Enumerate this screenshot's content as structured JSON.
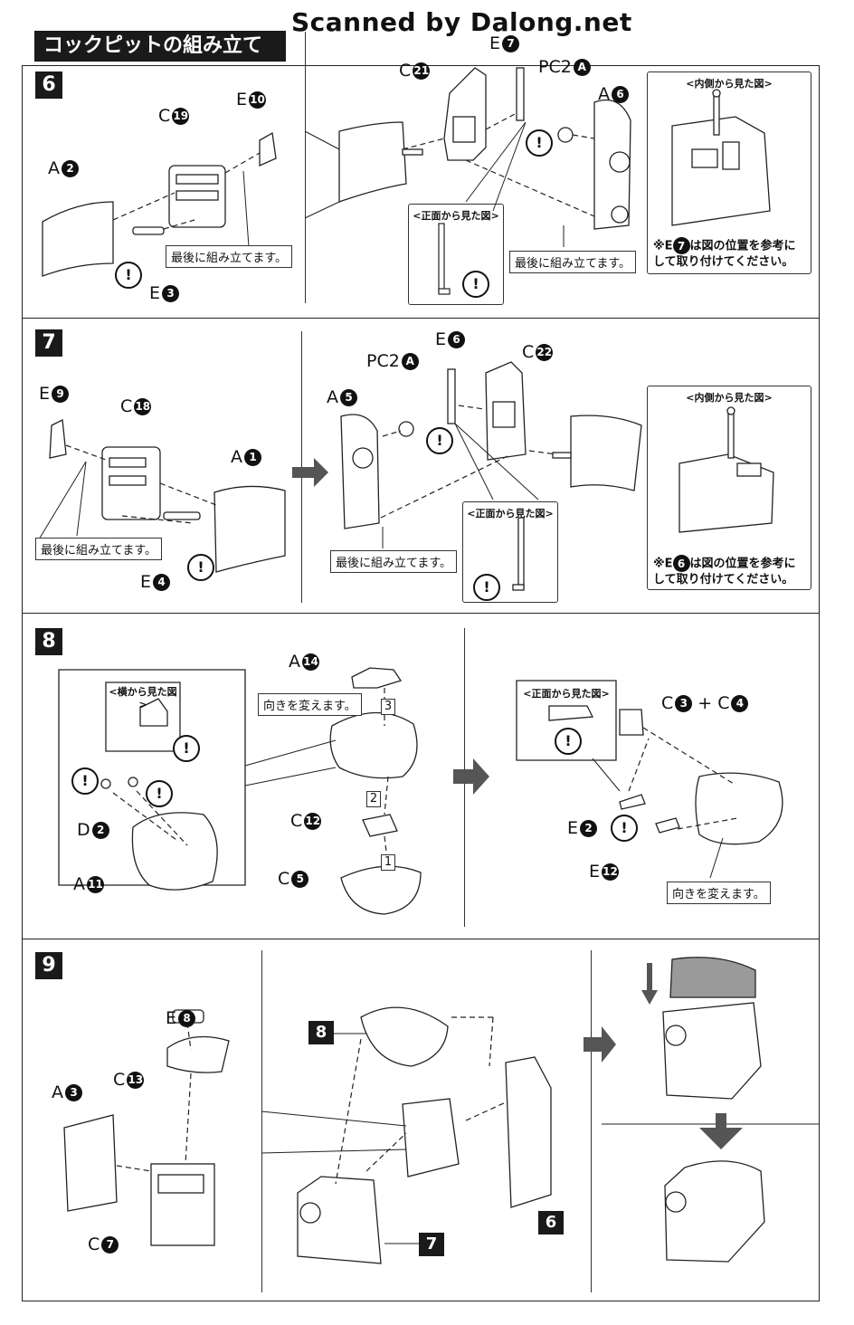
{
  "watermark": "Scanned by Dalong.net",
  "page_title": "コックピットの組み立て",
  "common": {
    "inside_view": "<内側から見た図>",
    "front_view": "<正面から見た図>",
    "side_view": "<横から見た図>",
    "assemble_last": "最後に組み立てます。",
    "change_direction": "向きを変えます。",
    "warn_mark": "!"
  },
  "step6": {
    "number": "6",
    "labels": [
      {
        "letter": "A",
        "num": "2"
      },
      {
        "letter": "C",
        "num": "19"
      },
      {
        "letter": "E",
        "num": "10"
      },
      {
        "letter": "E",
        "num": "3"
      },
      {
        "letter": "C",
        "num": "21"
      },
      {
        "letter": "E",
        "num": "7"
      },
      {
        "letter": "PC2",
        "num": "A"
      },
      {
        "letter": "A",
        "num": "6"
      }
    ],
    "note_prefix": "※E",
    "note_num": "7",
    "note_line1": "は図の位置を参考に",
    "note_line2": "して取り付けてください。"
  },
  "step7": {
    "number": "7",
    "labels": [
      {
        "letter": "E",
        "num": "9"
      },
      {
        "letter": "C",
        "num": "18"
      },
      {
        "letter": "A",
        "num": "1"
      },
      {
        "letter": "E",
        "num": "4"
      },
      {
        "letter": "E",
        "num": "6"
      },
      {
        "letter": "PC2",
        "num": "A"
      },
      {
        "letter": "A",
        "num": "5"
      },
      {
        "letter": "C",
        "num": "22"
      }
    ],
    "note_prefix": "※E",
    "note_num": "6",
    "note_line1": "は図の位置を参考に",
    "note_line2": "して取り付けてください。"
  },
  "step8": {
    "number": "8",
    "labels": [
      {
        "letter": "A",
        "num": "14"
      },
      {
        "letter": "C",
        "num": "12"
      },
      {
        "letter": "C",
        "num": "5"
      },
      {
        "letter": "D",
        "num": "2"
      },
      {
        "letter": "A",
        "num": "11"
      },
      {
        "letter": "C",
        "num": "3"
      },
      {
        "letter": "C",
        "num": "4"
      },
      {
        "letter": "E",
        "num": "2"
      },
      {
        "letter": "E",
        "num": "12"
      }
    ],
    "plus": "+",
    "order": [
      "1",
      "2",
      "3"
    ]
  },
  "step9": {
    "number": "9",
    "labels": [
      {
        "letter": "E",
        "num": "8"
      },
      {
        "letter": "C",
        "num": "13"
      },
      {
        "letter": "A",
        "num": "3"
      },
      {
        "letter": "C",
        "num": "7"
      }
    ],
    "sub_refs": [
      "8",
      "6",
      "7"
    ]
  }
}
